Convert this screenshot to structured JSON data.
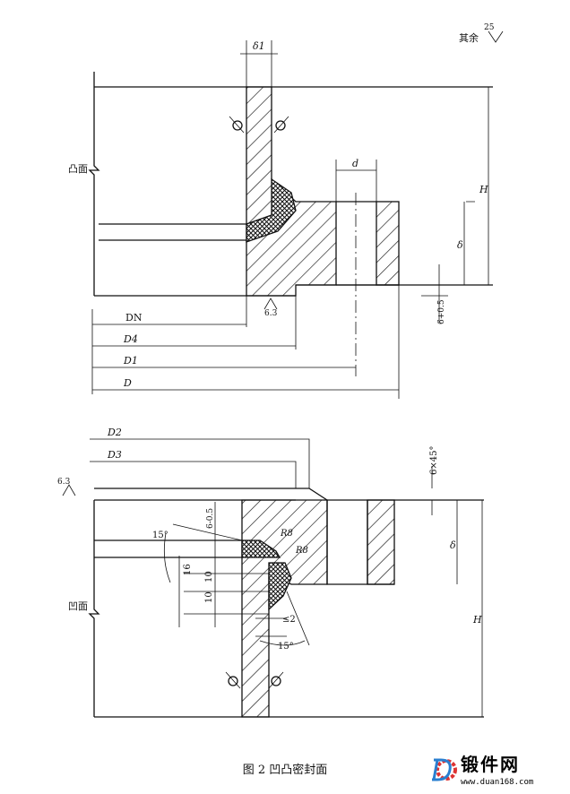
{
  "roughness_note": {
    "label": "其余",
    "value": "25"
  },
  "top_view": {
    "label": "凸面",
    "dims": {
      "delta1": "δ1",
      "d": "d",
      "H": "H",
      "delta": "δ",
      "tol": "6+0.5",
      "rough": "6.3",
      "DN": "DN",
      "D4": "D4",
      "D1": "D1",
      "D": "D"
    }
  },
  "bottom_view": {
    "label": "凹面",
    "dims": {
      "D2": "D2",
      "D3": "D3",
      "rough": "6.3",
      "chamfer": "6×45°",
      "tol": "6-0.5",
      "angle1": "15°",
      "R1": "R8",
      "R2": "R8",
      "d16": "16",
      "d10a": "10",
      "d10b": "10",
      "le2": "≤2",
      "angle2": "15°",
      "delta": "δ",
      "H": "H"
    }
  },
  "caption": "图 2    凹凸密封面",
  "watermark": {
    "name": "锻件网",
    "url": "www.duan168.com"
  }
}
